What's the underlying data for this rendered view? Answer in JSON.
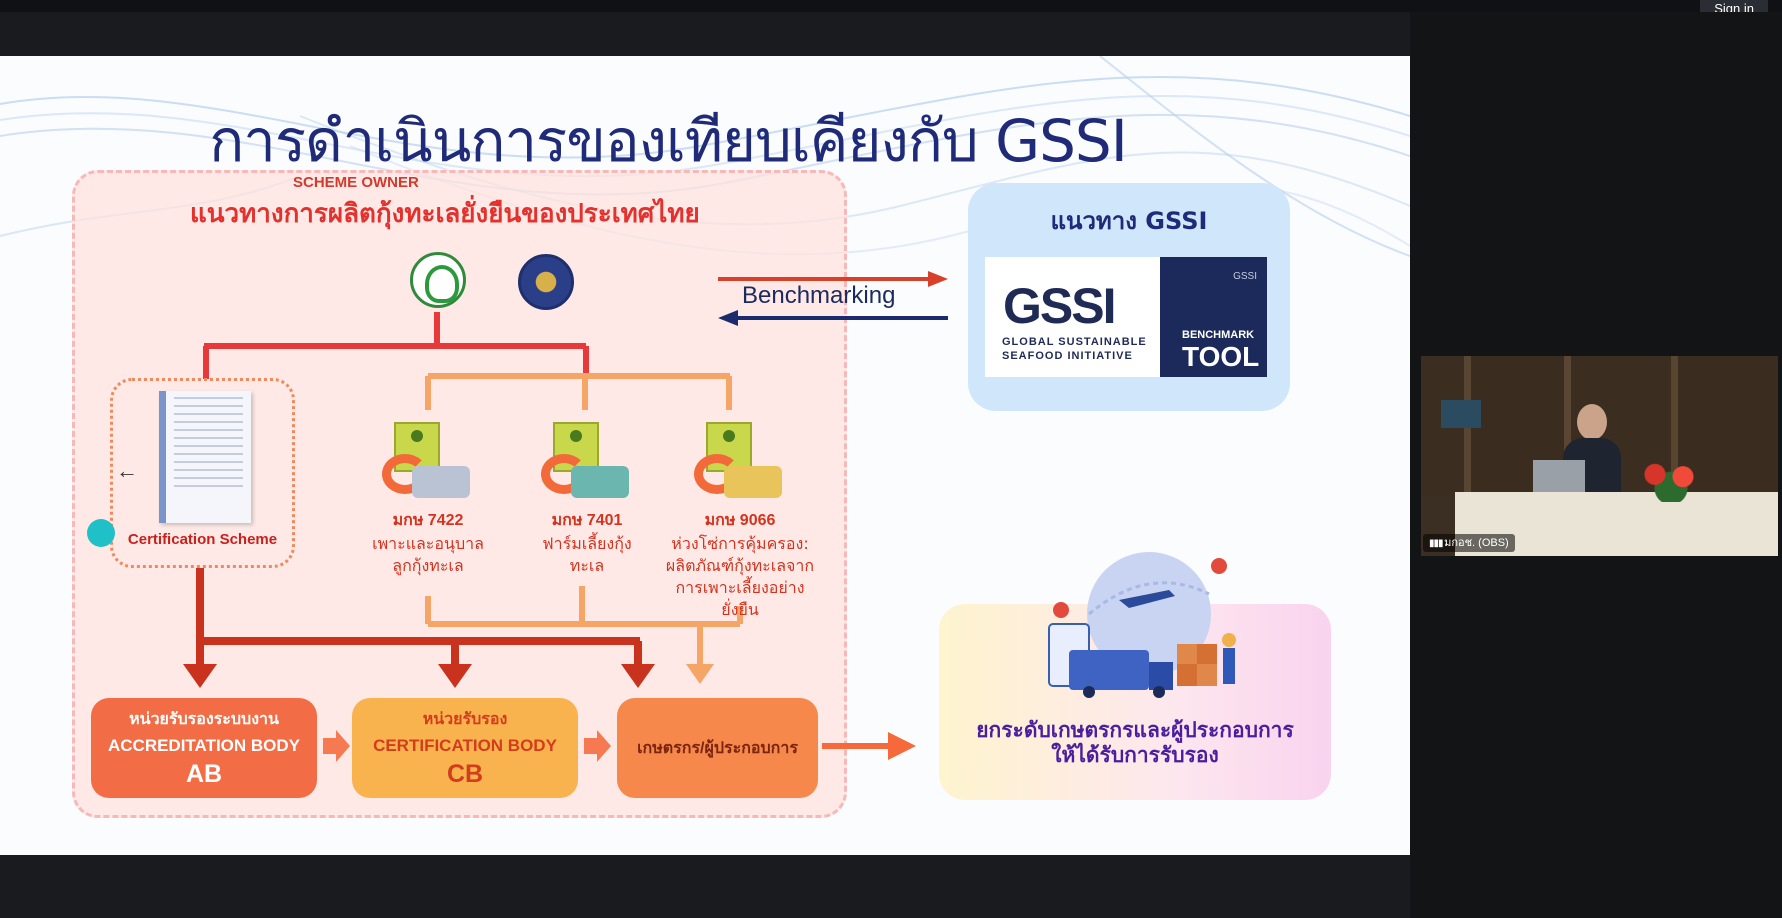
{
  "app": {
    "sign_in_label": "Sign in"
  },
  "slide": {
    "title": "การดำเนินการของเทียบเคียงกับ GSSI",
    "thai_panel": {
      "heading": "แนวทางการผลิตกุ้งทะเลยั่งยืนของประเทศไทย",
      "scheme_owner": "SCHEME OWNER",
      "certification_scheme_label": "Certification Scheme",
      "standards": [
        {
          "code": "มกษ 7422",
          "desc_lines": [
            "เพาะและอนุบาล",
            "ลูกกุ้งทะเล"
          ]
        },
        {
          "code": "มกษ 7401",
          "desc_lines": [
            "ฟาร์มเลี้ยงกุ้ง",
            "ทะเล"
          ]
        },
        {
          "code": "มกษ 9066",
          "desc_lines": [
            "ห่วงโซ่การคุ้มครอง:",
            "ผลิตภัณฑ์กุ้งทะเลจาก",
            "การเพาะเลี้ยงอย่างยั่งยืน"
          ]
        }
      ],
      "boxes": {
        "ab": {
          "line1": "หน่วยรับรองระบบงาน",
          "line2": "ACCREDITATION BODY",
          "line3": "AB"
        },
        "cb": {
          "line1": "หน่วยรับรอง",
          "line2": "CERTIFICATION BODY",
          "line3": "CB"
        },
        "farmer": {
          "label": "เกษตรกร/ผู้ประกอบการ"
        }
      }
    },
    "benchmarking_label": "Benchmarking",
    "gssi_panel": {
      "heading": "แนวทาง GSSI",
      "logo_text": "GSSI",
      "logo_sub_line1": "GLOBAL SUSTAINABLE",
      "logo_sub_line2": "SEAFOOD INITIATIVE",
      "small_label": "GSSI",
      "benchmark_label": "BENCHMARK",
      "tool_label": "TOOL"
    },
    "goal": {
      "line1": "ยกระดับเกษตรกรและผู้ประกอบการ",
      "line2": "ให้ได้รับการรับรอง"
    },
    "colors": {
      "title": "#1f2a78",
      "red": "#e3322e",
      "orange": "#f58a3b",
      "gssi_navy": "#1b2a5a"
    }
  },
  "video": {
    "name_tag": "มกอช. (OBS)",
    "signal_icon": "signal-bars-icon"
  }
}
